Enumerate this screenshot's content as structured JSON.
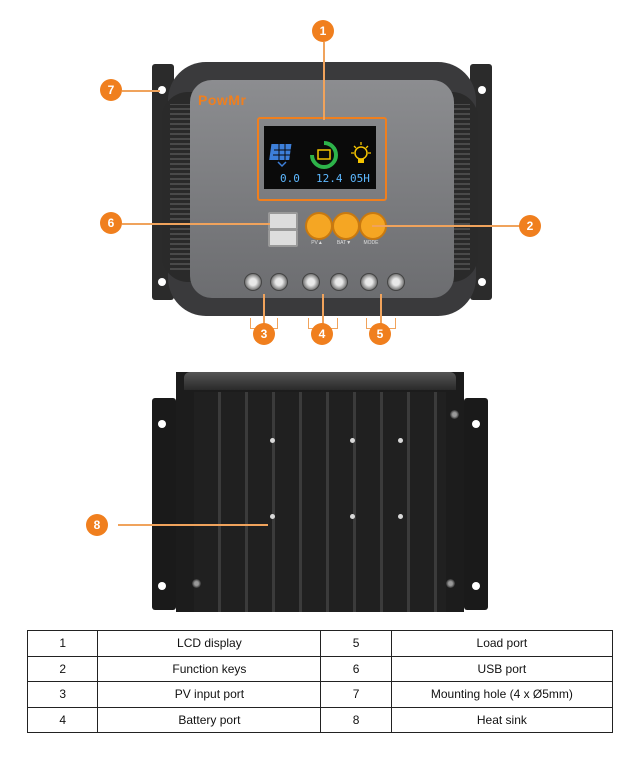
{
  "brand": "PowMr",
  "lcd": {
    "pv_value": "0.0",
    "battery_value": "12.4",
    "load_value": "05H"
  },
  "keys": [
    {
      "label": "PV▲"
    },
    {
      "label": "BAT▼"
    },
    {
      "label": "MODE"
    }
  ],
  "callouts": [
    "1",
    "2",
    "3",
    "4",
    "5",
    "6",
    "7",
    "8"
  ],
  "legend": {
    "rows": [
      {
        "left_num": "1",
        "left_label": "LCD display",
        "right_num": "5",
        "right_label": "Load port"
      },
      {
        "left_num": "2",
        "left_label": "Function keys",
        "right_num": "6",
        "right_label": "USB port"
      },
      {
        "left_num": "3",
        "left_label": "PV input port",
        "right_num": "7",
        "right_label": "Mounting hole (4 x Ø5mm)"
      },
      {
        "left_num": "4",
        "left_label": "Battery port",
        "right_num": "8",
        "right_label": "Heat sink"
      }
    ]
  },
  "colors": {
    "accent": "#f07f1e",
    "lcd_text": "#5db8ff",
    "body": "#3a3a3c"
  }
}
